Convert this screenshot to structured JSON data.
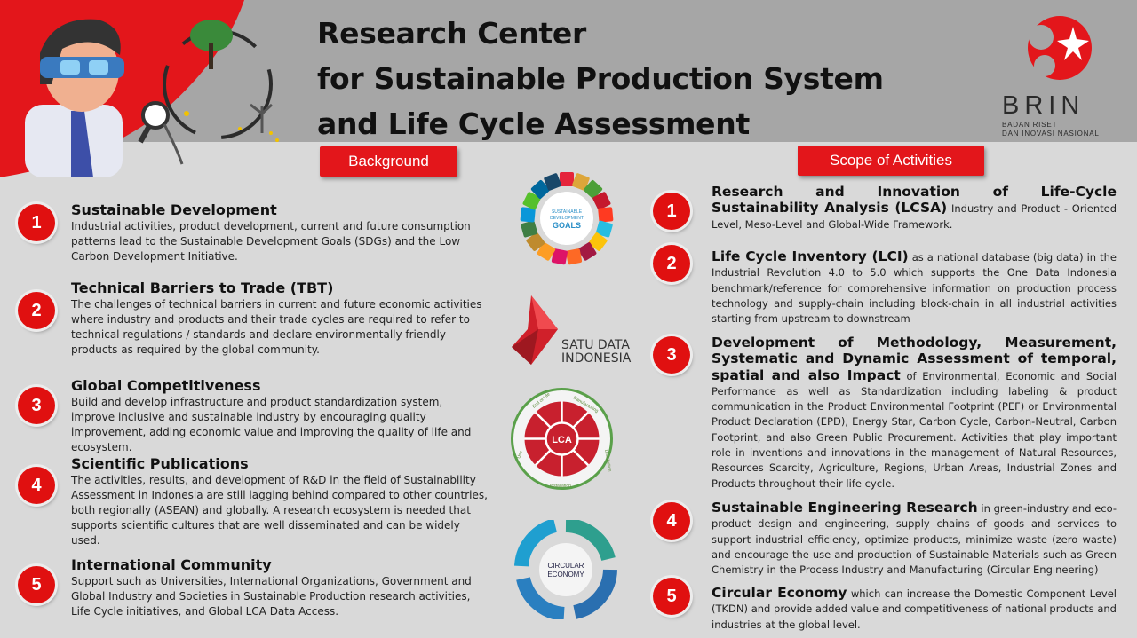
{
  "header": {
    "title_line1": "Research Center",
    "title_line2": "for Sustainable Production System",
    "title_line3": "and Life Cycle Assessment",
    "logo_word": "BRIN",
    "logo_sub1": "BADAN RISET",
    "logo_sub2": "DAN INOVASI NASIONAL"
  },
  "colors": {
    "accent": "#e3161b",
    "header_bg": "#a6a6a6",
    "body_bg": "#d9d9d9"
  },
  "background": {
    "tag": "Background",
    "items": [
      {
        "num": "1",
        "title": "Sustainable Development",
        "text": "Industrial activities, product development, current and future consumption patterns lead to the Sustainable Development Goals (SDGs) and the Low Carbon Development Initiative."
      },
      {
        "num": "2",
        "title": "Technical Barriers to Trade (TBT)",
        "text": "The challenges of technical barriers in current and future economic activities where industry and products and their trade cycles are required to refer to technical regulations / standards and declare environmentally friendly products as required by the global community."
      },
      {
        "num": "3",
        "title": "Global Competitiveness",
        "text": "Build and develop infrastructure and product standardization system, improve inclusive and sustainable industry by encouraging quality improvement, adding economic value and improving the quality of life and ecosystem."
      },
      {
        "num": "4",
        "title": "Scientific Publications",
        "text": "The activities, results, and development of R&D in the field of Sustainability Assessment in Indonesia are still lagging behind compared to other countries, both regionally (ASEAN) and globally. A research ecosystem is needed that supports scientific cultures that are well disseminated and can be widely used."
      },
      {
        "num": "5",
        "title": "International Community",
        "text": "Support such as Universities, International Organizations, Government and Global Industry and Societies in Sustainable Production research activities, Life Cycle initiatives, and Global LCA Data Access."
      }
    ]
  },
  "center": {
    "sdg_line1": "SUSTAINABLE",
    "sdg_line2": "DEVELOPMENT",
    "sdg_line3": "GOALS",
    "satu_line1": "SATU DATA",
    "satu_line2": "INDONESIA",
    "lca_label": "LCA",
    "lca_ring_1": "End of Life",
    "lca_ring_2": "Manufacturing",
    "lca_ring_3": "Distribution",
    "lca_ring_4": "Installation",
    "lca_ring_5": "Use",
    "circ_line1": "CIRCULAR",
    "circ_line2": "ECONOMY"
  },
  "scope": {
    "tag": "Scope of Activities",
    "items": [
      {
        "num": "1",
        "title": "Research and Innovation of Life-Cycle Sustainability Analysis (LCSA)",
        "text": " Industry and Product - Oriented Level, Meso-Level and Global-Wide Framework."
      },
      {
        "num": "2",
        "title": "Life Cycle Inventory (LCI)",
        "text": " as a national database (big data) in the Industrial Revolution 4.0 to 5.0 which supports the One Data Indonesia benchmark/reference for comprehensive information on production process technology and supply-chain including block-chain in all industrial activities starting from upstream to downstream"
      },
      {
        "num": "3",
        "title": "Development of Methodology, Measurement, Systematic and Dynamic Assessment of temporal, spatial and also Impact",
        "text": " of Environmental, Economic and Social Performance as well as Standardization including labeling & product communication in the Product Environmental Footprint (PEF) or Environmental Product Declaration (EPD), Energy Star, Carbon Cycle, Carbon-Neutral, Carbon Footprint, and also Green Public Procurement. Activities that play important role in inventions and innovations in the management of Natural Resources, Resources Scarcity, Agriculture, Regions, Urban Areas, Industrial Zones and Products throughout their life cycle."
      },
      {
        "num": "4",
        "title": "Sustainable Engineering Research",
        "text": " in green-industry and eco-product design and engineering, supply chains of goods and services to support industrial efficiency, optimize products, minimize waste (zero waste) and encourage the use and production of Sustainable Materials such as Green Chemistry in the Process Industry and Manufacturing (Circular Engineering)"
      },
      {
        "num": "5",
        "title": "Circular Economy",
        "text": " which can increase the Domestic Component Level (TKDN) and provide added value and competitiveness of national products and industries at the global level."
      }
    ]
  }
}
